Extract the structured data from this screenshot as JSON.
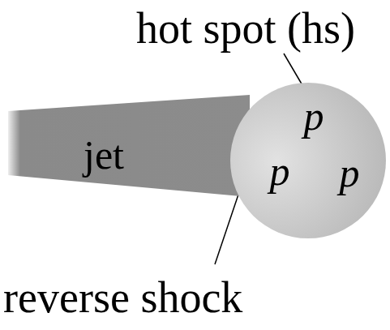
{
  "diagram": {
    "nodes": [
      {
        "text": [
          "jet"
        ]
      },
      {
        "text": [
          "p",
          "p",
          "p"
        ]
      }
    ],
    "labels": [
      "hot spot (hs)",
      "reverse shock"
    ]
  }
}
